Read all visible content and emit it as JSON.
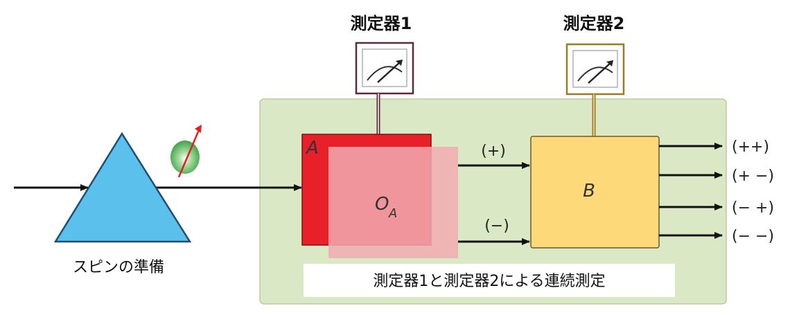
{
  "meters": [
    {
      "label": "測定器1"
    },
    {
      "label": "測定器2"
    }
  ],
  "operators": {
    "box_a": "A",
    "box_oa_main": "O",
    "box_oa_sub": "A",
    "box_b": "B"
  },
  "ports_in": {
    "plus": "(+)",
    "minus": "(−)"
  },
  "outputs": [
    "(++)",
    "(+ −)",
    "(− +)",
    "(− −)"
  ],
  "prep_label": "スピンの準備",
  "caption": "測定器1と測定器2による連続測定",
  "colors": {
    "panel": "#dbe8c6",
    "box_a": "#e8202a",
    "overlay": "#f2aab0",
    "box_b": "#fdd97a",
    "prism": "#5bc0eb",
    "meter1_frame": "#5b2a3a",
    "meter2_frame": "#9c7a23",
    "particle": "#3cb54a",
    "spin_arrow": "#e02020"
  },
  "icons": {
    "meter": "gauge-icon",
    "particle": "spin-particle-icon",
    "prism": "prism-triangle"
  }
}
